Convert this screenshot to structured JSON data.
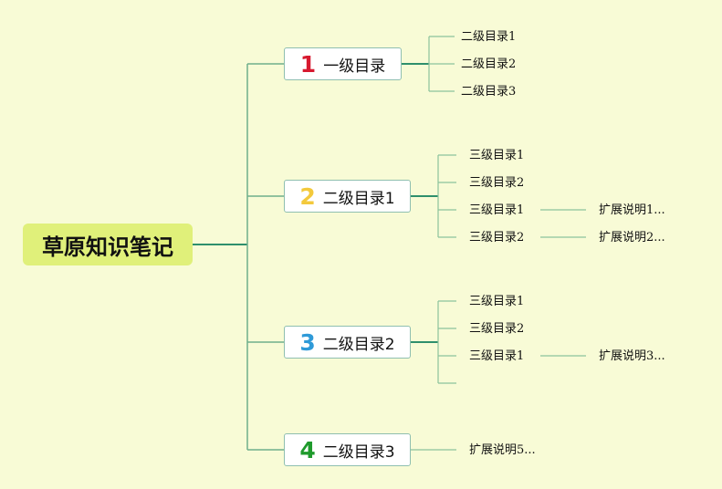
{
  "root": {
    "label": "草原知识笔记"
  },
  "branches": [
    {
      "number": "1",
      "number_color": "#d7192f",
      "label": "一级目录",
      "children": [
        "二级目录1",
        "二级目录2",
        "二级目录3"
      ]
    },
    {
      "number": "2",
      "number_color": "#f3c93c",
      "label": "二级目录1",
      "children": [
        "三级目录1",
        "三级目录2",
        "三级目录1",
        "三级目录2"
      ],
      "extensions": [
        "扩展说明1...",
        "扩展说明2..."
      ]
    },
    {
      "number": "3",
      "number_color": "#2f9ad8",
      "label": "二级目录2",
      "children": [
        "三级目录1",
        "三级目录2",
        "三级目录1"
      ],
      "extensions": [
        "扩展说明3..."
      ]
    },
    {
      "number": "4",
      "number_color": "#1f9a2c",
      "label": "二级目录3",
      "children": [
        "扩展说明5..."
      ]
    }
  ],
  "colors": {
    "background": "#f8fbd6",
    "root_fill": "#e0f07a",
    "line": "#2e8f6c",
    "thin_line": "#8cc39c"
  }
}
